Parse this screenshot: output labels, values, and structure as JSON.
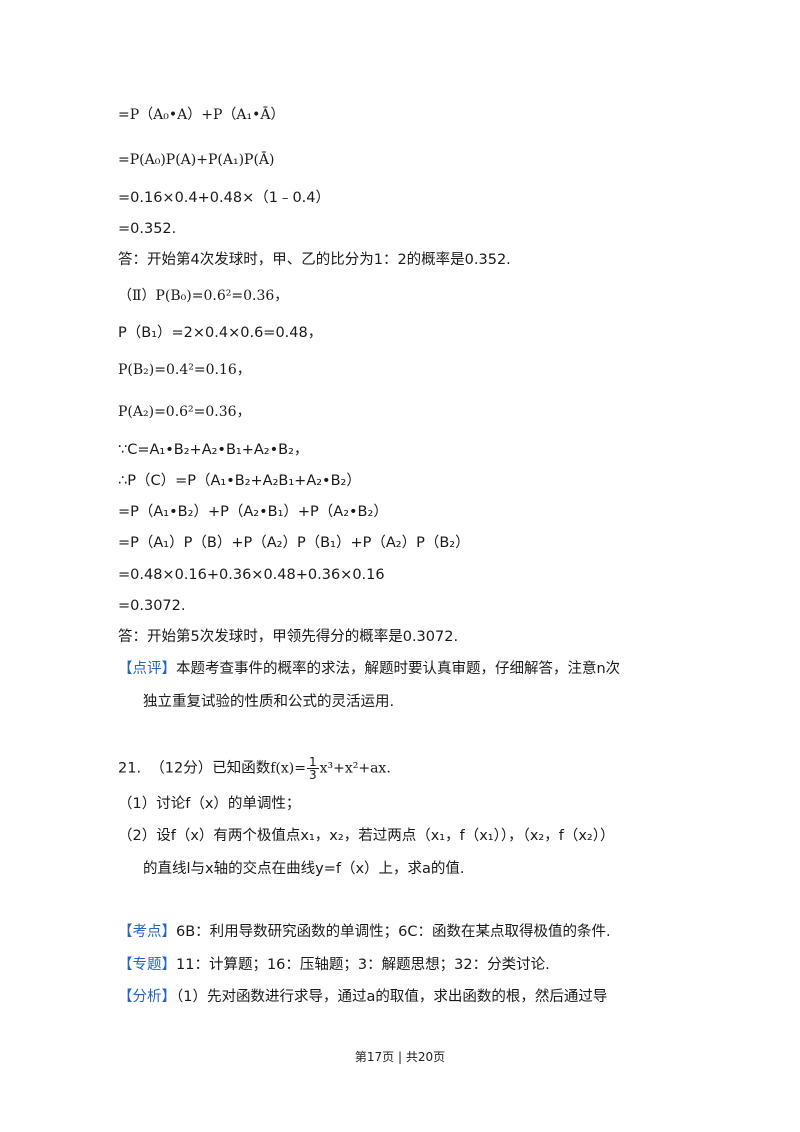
{
  "lines": {
    "l1": "=P（A₀•A）+P（A₁•Ā）",
    "l2": "=P(A₀)P(A)+P(A₁)P(Ā)",
    "l3": "=0.16×0.4+0.48×（1﹣0.4）",
    "l4": "=0.352.",
    "l5": "答：开始第4次发球时，甲、乙的比分为1：2的概率是0.352.",
    "l6": "（Ⅱ）P(B₀)=0.6²=0.36，",
    "l7": "P（B₁）=2×0.4×0.6=0.48，",
    "l8": "P(B₂)=0.4²=0.16，",
    "l9": "P(A₂)=0.6²=0.36，",
    "l10": "∵C=A₁•B₂+A₂•B₁+A₂•B₂，",
    "l11": "∴P（C）=P（A₁•B₂+A₂B₁+A₂•B₂）",
    "l12": "=P（A₁•B₂）+P（A₂•B₁）+P（A₂•B₂）",
    "l13": "=P（A₁）P（B）+P（A₂）P（B₁）+P（A₂）P（B₂）",
    "l14": "=0.48×0.16+0.36×0.48+0.36×0.16",
    "l15": "=0.3072.",
    "l16": "答：开始第5次发球时，甲领先得分的概率是0.3072."
  },
  "comment": {
    "tag": "【点评】",
    "text1": "本题考查事件的概率的求法，解题时要认真审题，仔细解答，注意n次",
    "text2": "独立重复试验的性质和公式的灵活运用."
  },
  "problem21": {
    "number": "21.",
    "score": "（12分）已知函数",
    "func_lhs": "f(x)=",
    "frac_num": "1",
    "frac_den": "3",
    "func_rhs": "x³+x²+ax.",
    "q1": "（1）讨论f（x）的单调性；",
    "q2a": "（2）设f（x）有两个极值点x₁，x₂，若过两点（x₁，f（x₁）），（x₂，f（x₂））",
    "q2b": "的直线l与x轴的交点在曲线y=f（x）上，求a的值."
  },
  "kaodian": {
    "tag": "【考点】",
    "text": "6B：利用导数研究函数的单调性；6C：函数在某点取得极值的条件."
  },
  "zhuanti": {
    "tag": "【专题】",
    "text": "11：计算题；16：压轴题；3：解题思想；32：分类讨论."
  },
  "fenxi": {
    "tag": "【分析】",
    "text": "（1）先对函数进行求导，通过a的取值，求出函数的根，然后通过导"
  },
  "footer": {
    "text": "第17页 | 共20页"
  },
  "colors": {
    "tag_blue": "#2466c6",
    "text": "#1a1a1a"
  }
}
